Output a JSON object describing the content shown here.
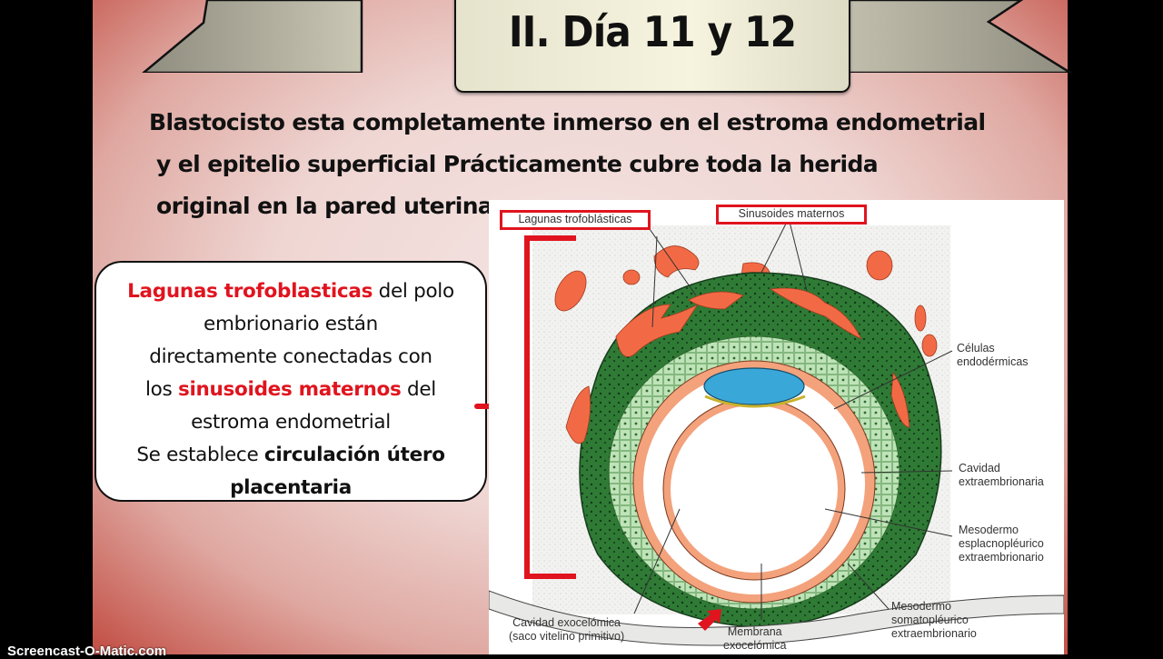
{
  "slide": {
    "title": "II. Día 11 y 12",
    "intro_lines": [
      "Blastocisto esta completamente inmerso en el estroma endometrial",
      "y el epitelio superficial Prácticamente cubre toda la herida",
      "original en la pared uterina"
    ],
    "callout": {
      "line1_red": "Lagunas trofoblasticas",
      "line1_rest": " del polo",
      "line2": "embrionario están",
      "line3": "directamente conectadas con",
      "line4_pre": "los ",
      "line4_red": "sinusoides maternos",
      "line4_post": " del",
      "line5": "estroma endometrial",
      "line6_pre": "Se establece ",
      "line6_bold": "circulación útero",
      "line7_bold": "placentaria"
    }
  },
  "diagram": {
    "boxed_labels": {
      "lagunas": "Lagunas trofoblásticas",
      "sinusoides": "Sinusoides maternos"
    },
    "labels": {
      "celulas_1": "Células",
      "celulas_2": "endodérmicas",
      "cavidad_1": "Cavidad",
      "cavidad_2": "extraembrionaria",
      "mesoesp_1": "Mesodermo",
      "mesoesp_2": "esplacnopléurico",
      "mesoesp_3": "extraembrionario",
      "mesosom_1": "Mesodermo",
      "mesosom_2": "somatopléurico",
      "mesosom_3": "extraembrionario",
      "exocel_1": "Cavidad exocelómica",
      "exocel_2": "(saco vitelino primitivo)",
      "membrana_1": "Membrana",
      "membrana_2": "exocelómica"
    },
    "colors": {
      "trophoblast_dark_green": "#2f7a35",
      "cytotrophoblast_light_green": "#bfe3b8",
      "lacunae_orange": "#f26a45",
      "mesoderm_salmon": "#f3a27c",
      "embryo_blue": "#3aa7d9",
      "highlight_red": "#e0141e"
    }
  },
  "watermark": "Screencast-O-Matic.com"
}
